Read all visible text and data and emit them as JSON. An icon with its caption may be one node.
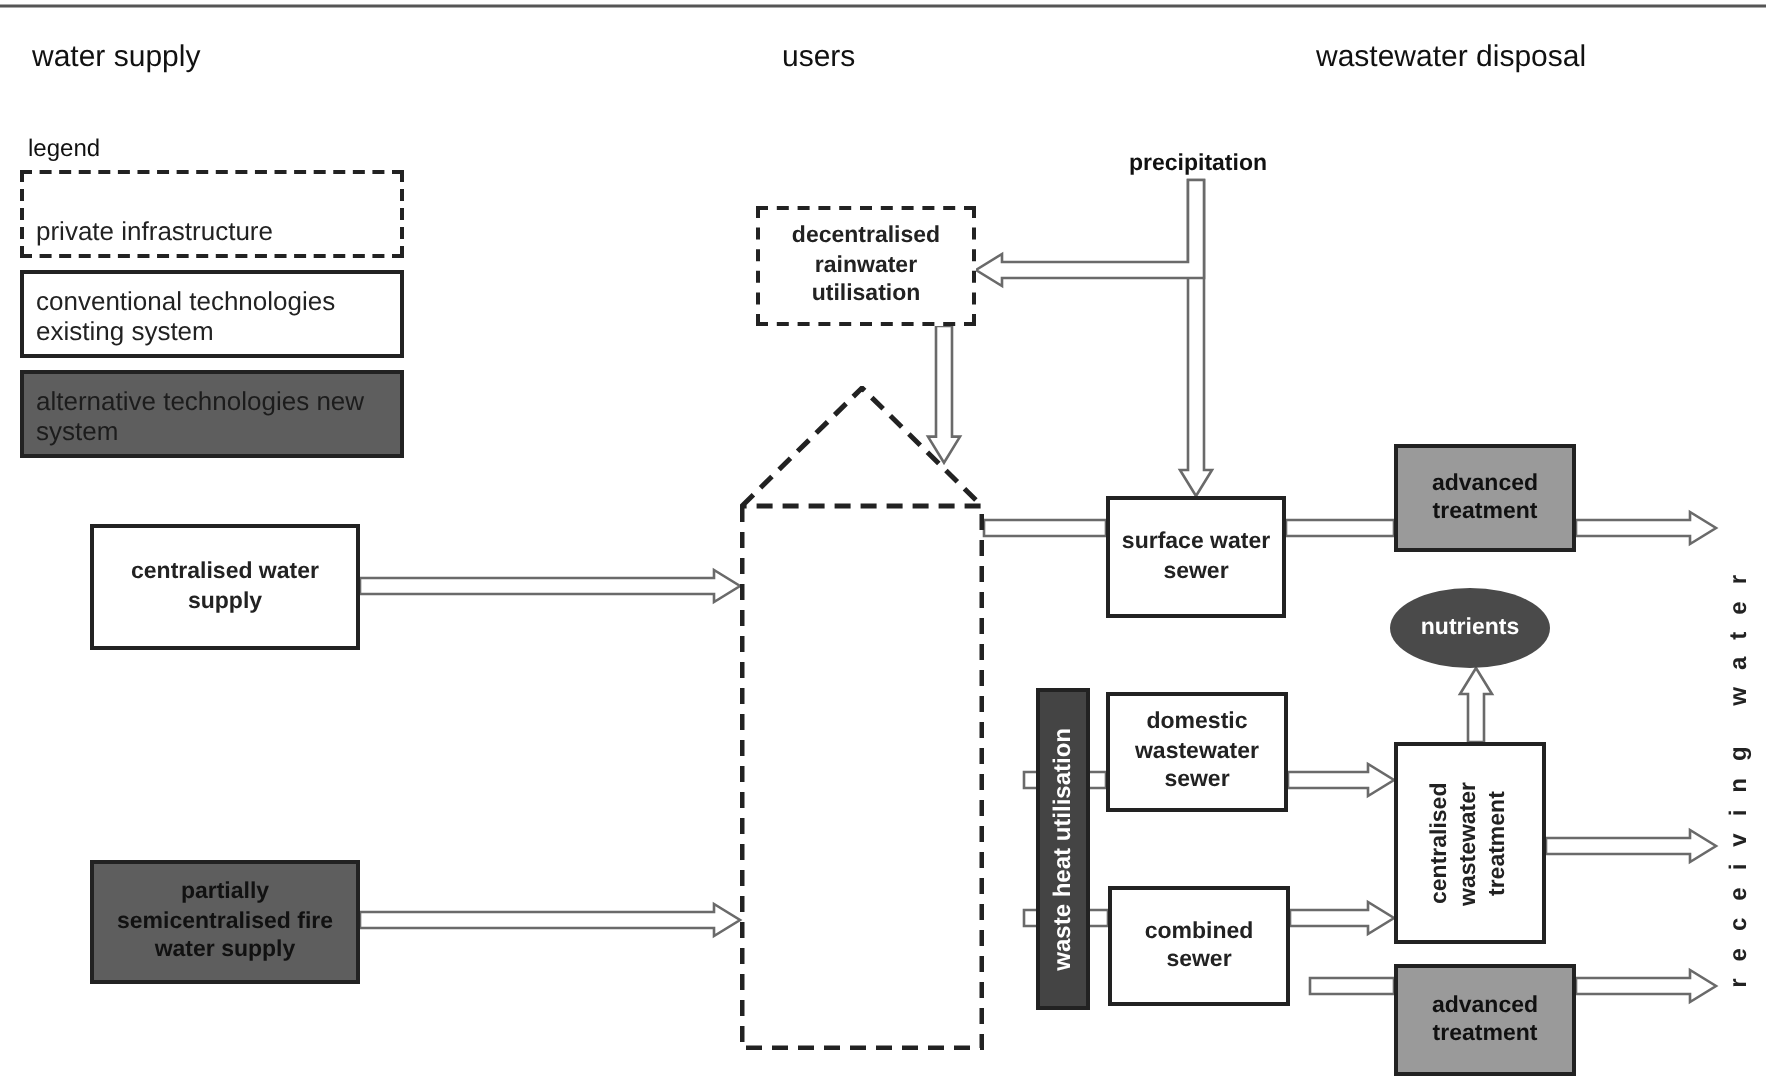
{
  "diagram": {
    "nodes": [
      {
        "text": [
          "precipitation"
        ]
      },
      {
        "text": [
          "decentralised rainwater utilisation"
        ]
      },
      {
        "text": [],
        "shape": "house"
      },
      {
        "text": [
          "centralised water supply"
        ]
      },
      {
        "text": [
          "partially semicentralised fire water supply"
        ]
      },
      {
        "text": [
          "surface water sewer"
        ]
      },
      {
        "text": [
          "advanced treatment"
        ]
      },
      {
        "text": [
          "nutrients"
        ]
      },
      {
        "text": [
          "waste heat utilisation"
        ]
      },
      {
        "text": [
          "domestic wastewater sewer"
        ]
      },
      {
        "text": [
          "centralised wastewater treatment"
        ]
      },
      {
        "text": [
          "combined sewer"
        ]
      },
      {
        "text": [
          "advanced treatment"
        ]
      },
      {
        "text": [
          "receiving water"
        ]
      }
    ],
    "edges": [
      {
        "from": 0,
        "to": 1,
        "arrow": "to"
      },
      {
        "from": 0,
        "to": 5,
        "arrow": "to"
      },
      {
        "from": 1,
        "to": 2,
        "arrow": "to"
      },
      {
        "from": 3,
        "to": 2,
        "arrow": "to"
      },
      {
        "from": 4,
        "to": 2,
        "arrow": "to"
      },
      {
        "from": 2,
        "to": 5,
        "arrow": "none"
      },
      {
        "from": 5,
        "to": 6,
        "arrow": "none"
      },
      {
        "from": 6,
        "to": 13,
        "arrow": "to"
      },
      {
        "from": null,
        "to": 9,
        "arrow": "none"
      },
      {
        "from": null,
        "to": 11,
        "arrow": "none"
      },
      {
        "from": 9,
        "to": 10,
        "arrow": "to"
      },
      {
        "from": 11,
        "to": 10,
        "arrow": "to"
      },
      {
        "from": 10,
        "to": 7,
        "arrow": "to"
      },
      {
        "from": 10,
        "to": 13,
        "arrow": "to"
      },
      {
        "from": null,
        "to": 12,
        "arrow": "none"
      },
      {
        "from": 12,
        "to": 13,
        "arrow": "to"
      }
    ],
    "labels": [
      "water supply",
      "users",
      "wastewater disposal",
      "legend"
    ],
    "legend": [
      {
        "text": "private infrastructure"
      },
      {
        "text": "conventional technologies existing system",
        "color": "#ffffff"
      },
      {
        "text": "alternative technologies new system",
        "color": "#5e5e5e"
      }
    ]
  }
}
